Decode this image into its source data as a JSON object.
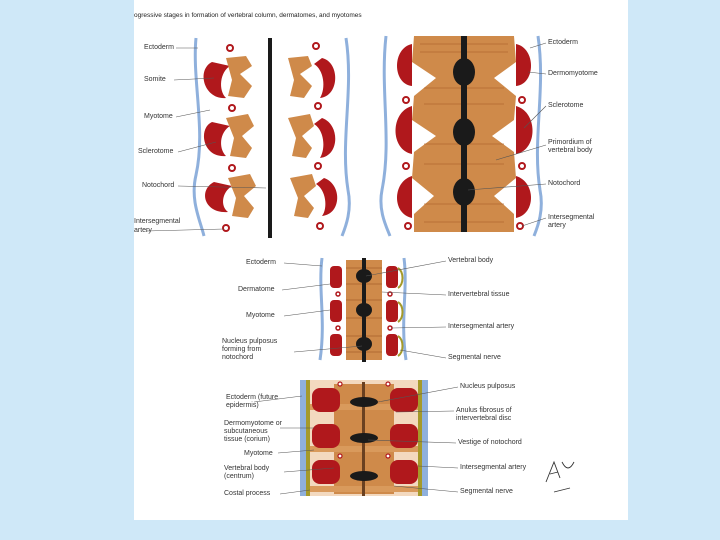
{
  "title": "ogressive stages in formation of vertebral column, dermatomes, and myotomes",
  "colors": {
    "muscle_red": "#b0181c",
    "tissue_tan": "#cf8a4a",
    "tissue_dark": "#a85f2a",
    "notochord": "#1a1a1a",
    "ectoderm_blue": "#8fb0dc",
    "artery_ring": "#b0181c",
    "dermis_olive": "#a59a2a",
    "background": "#cfe8f8"
  },
  "panel_top": {
    "left_labels": [
      "Ectoderm",
      "Somite",
      "Myotome",
      "Sclerotome",
      "Notochord",
      "Intersegmental",
      "artery"
    ],
    "right_labels": [
      "Ectoderm",
      "Dermomyotome",
      "Sclerotome",
      "Primordium of",
      "vertebral body",
      "Notochord",
      "Intersegmental",
      "artery"
    ]
  },
  "panel_middle": {
    "left_labels": [
      "Ectoderm",
      "Dermatome",
      "Myotome",
      "Nucleus pulposus",
      "forming from",
      "notochord"
    ],
    "right_labels": [
      "Vertebral body",
      "Intervertebral tissue",
      "Intersegmental artery",
      "Segmental nerve"
    ]
  },
  "panel_bottom": {
    "left_labels": [
      "Ectoderm (future",
      "epidermis)",
      "Dermomyotome or",
      "subcutaneous",
      "tissue (corium)",
      "Myotome",
      "Vertebral body",
      "(centrum)",
      "Costal process"
    ],
    "right_labels": [
      "Nucleus pulposus",
      "Anulus fibrosus of",
      "intervertebral disc",
      "Vestige of notochord",
      "Intersegmental artery",
      "Segmental nerve"
    ]
  }
}
